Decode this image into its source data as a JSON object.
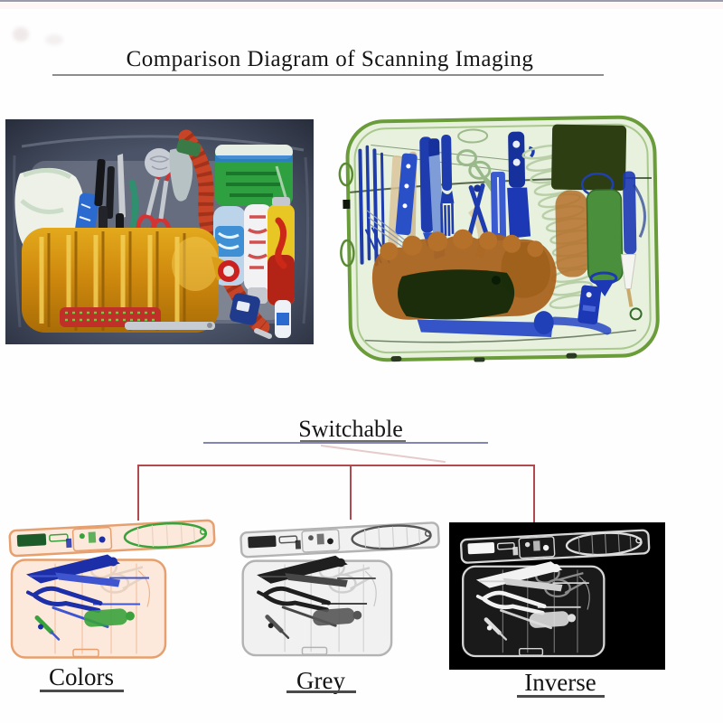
{
  "page": {
    "title": "Comparison Diagram of Scanning Imaging"
  },
  "scan_comparison": {
    "source_photo_alt": "Photo of inspection tray holding oil bottle, knives, scissors, cans and firecrackers",
    "xray_photo_alt": "Colour X-ray scan of the packed case in green, blue and orange"
  },
  "switchable": {
    "label": "Switchable"
  },
  "modes": [
    {
      "label": "Colors"
    },
    {
      "label": "Grey"
    },
    {
      "label": "Inverse"
    }
  ],
  "colors": {
    "top_border": "#9a9aab",
    "title_underline": "#8d8d8d",
    "switchable_underline_blue": "#8585b5",
    "switchable_underline_dark": "#6e6e6e",
    "tree_line": "#b2494f",
    "inverse_background": "#000000",
    "xray_case_green": "#6b9c3a",
    "xray_tool_blue": "#1e3cae",
    "xray_organic_orange": "#a8611b",
    "colors_case_orange": "#e79f6d"
  }
}
